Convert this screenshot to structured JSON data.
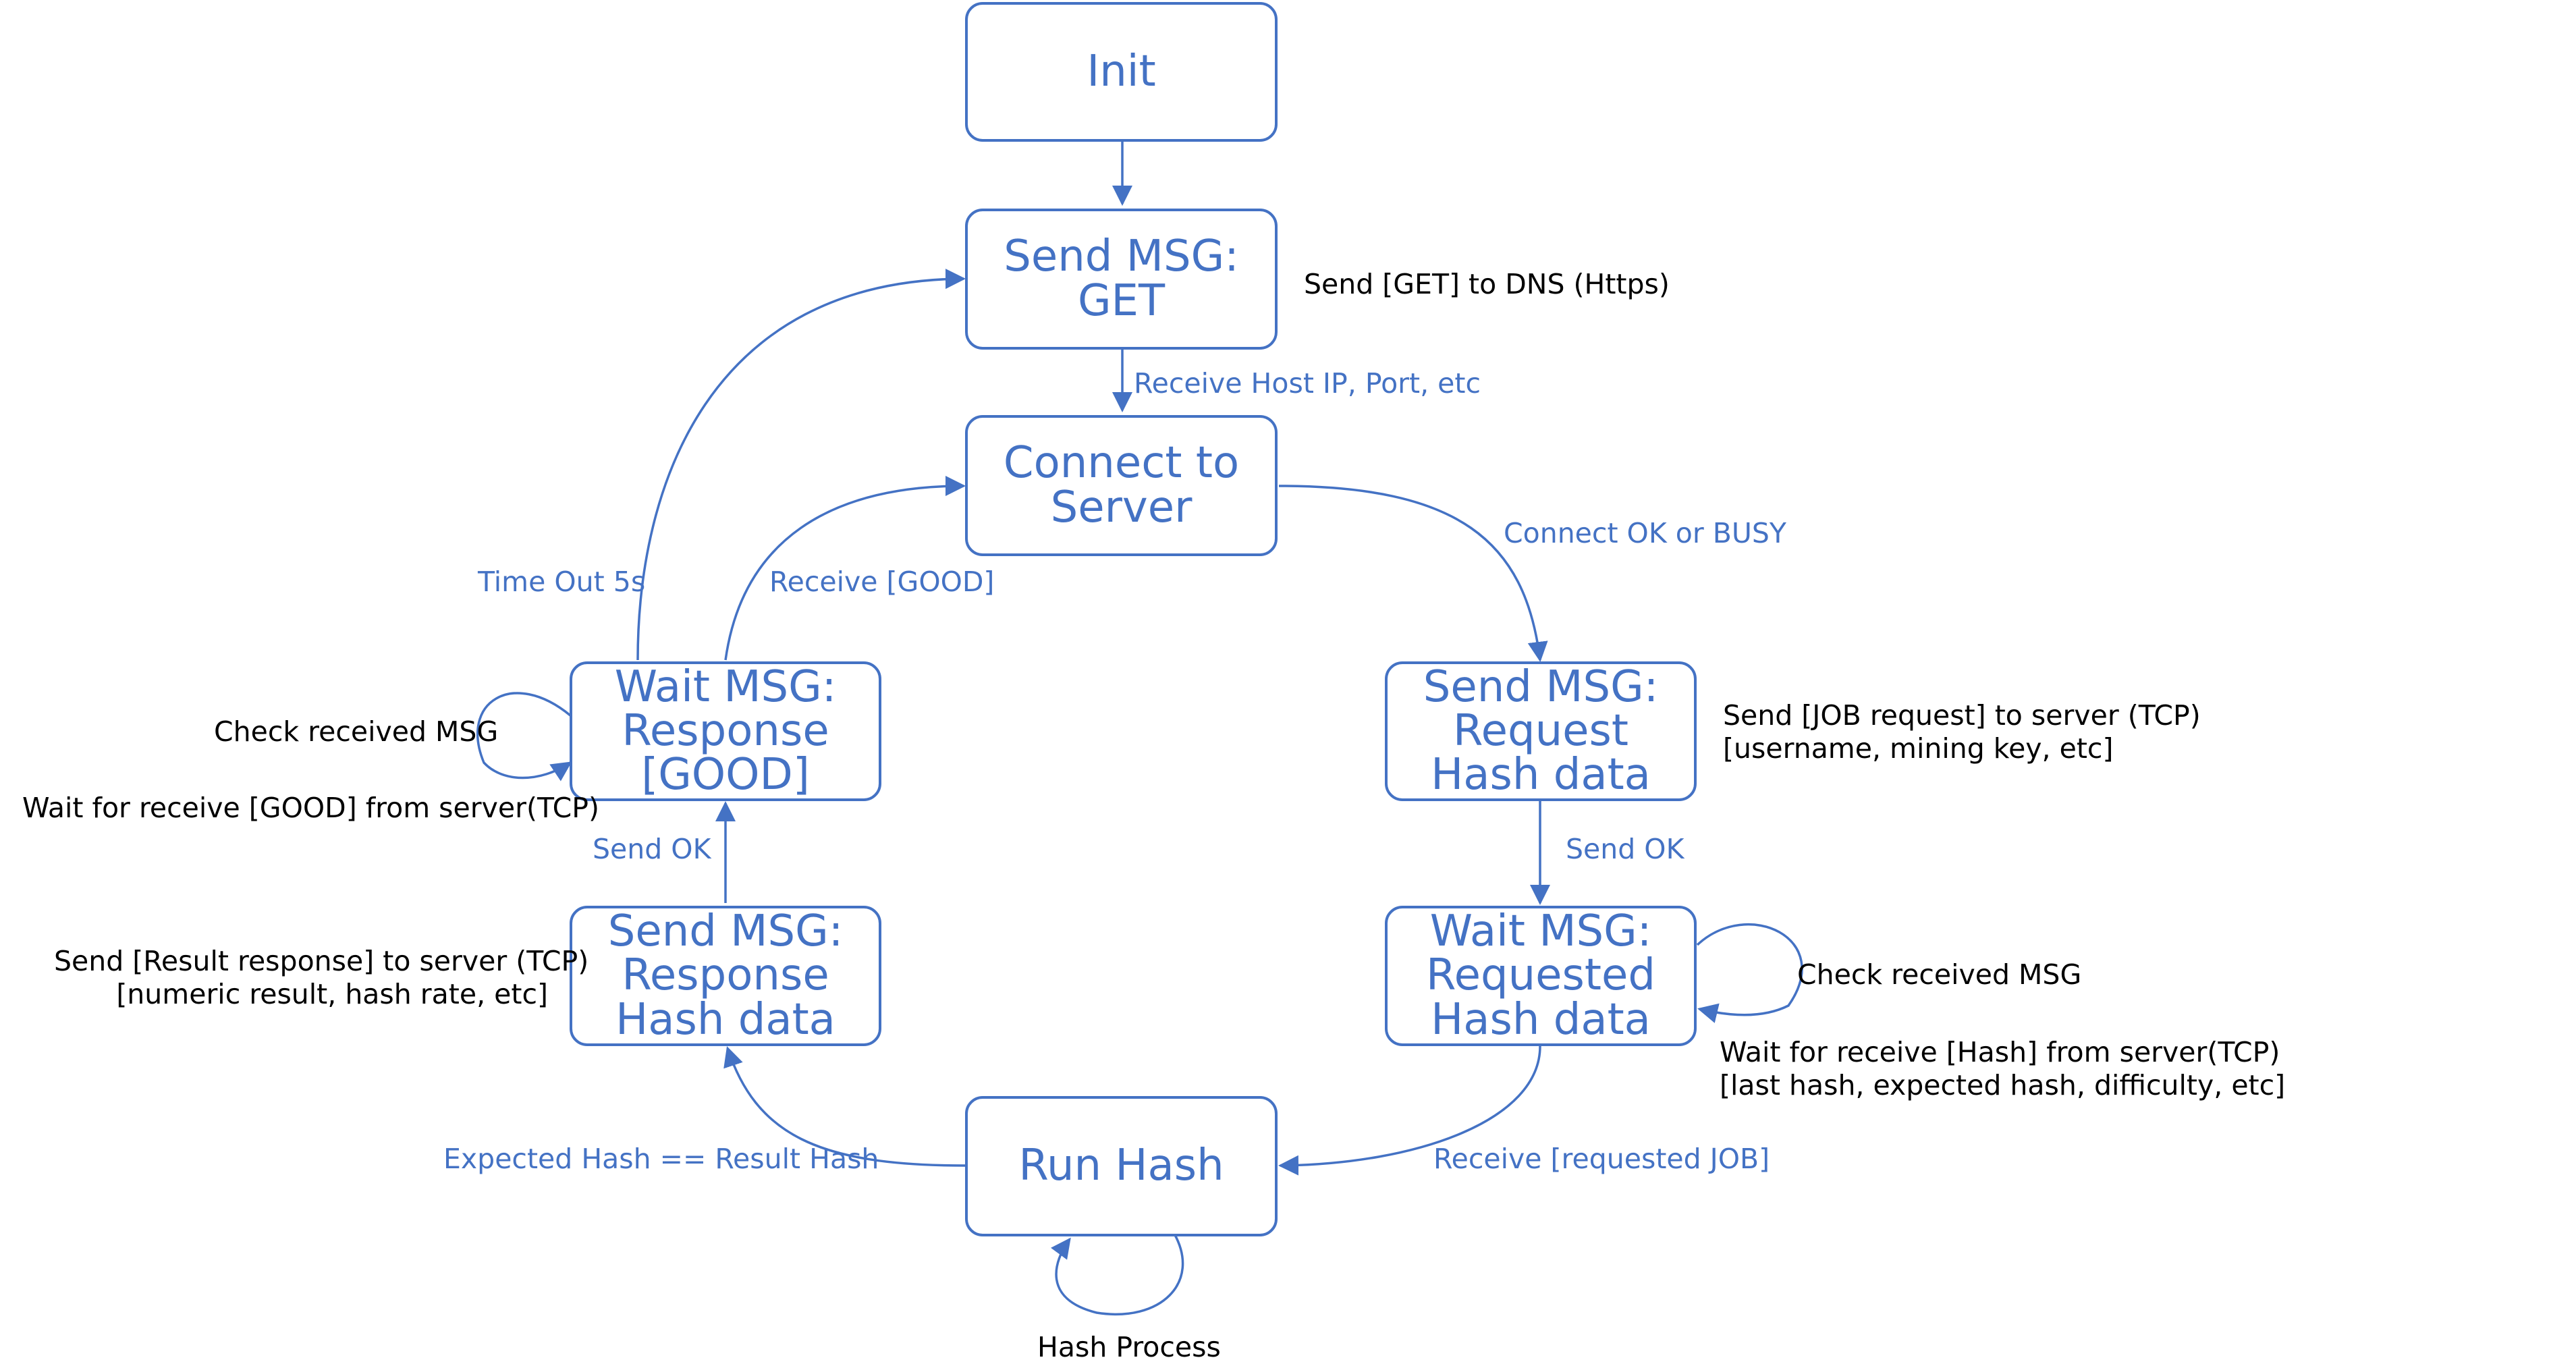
{
  "nodes": {
    "init": [
      "Init"
    ],
    "send_get": [
      "Send MSG:",
      "GET"
    ],
    "connect": [
      "Connect to",
      "Server"
    ],
    "send_request": [
      "Send MSG:",
      "Request",
      "Hash data"
    ],
    "wait_requested": [
      "Wait MSG:",
      "Requested",
      "Hash data"
    ],
    "run_hash": [
      "Run Hash"
    ],
    "send_response": [
      "Send MSG:",
      "Response",
      "Hash data"
    ],
    "wait_good": [
      "Wait MSG:",
      "Response",
      "[GOOD]"
    ]
  },
  "edge_labels": {
    "receive_host": "Receive Host IP, Port, etc",
    "connect_ok": "Connect OK or BUSY",
    "send_ok_right": "Send OK",
    "receive_job": "Receive [requested JOB]",
    "expected_hash": "Expected Hash == Result Hash",
    "send_ok_left": "Send OK",
    "receive_good": "Receive [GOOD]",
    "timeout": "Time Out 5s"
  },
  "notes": {
    "send_get": [
      "Send [GET] to DNS (Https)"
    ],
    "send_request": [
      "Send [JOB request] to server (TCP)",
      "[username, mining key, etc]"
    ],
    "check_right": [
      "Check received MSG"
    ],
    "wait_hash": [
      "Wait for receive [Hash] from server(TCP)",
      "[last hash, expected hash, difficulty, etc]"
    ],
    "hash_process": [
      "Hash Process"
    ],
    "send_result": [
      "Send [Result response] to server (TCP)",
      "[numeric result, hash rate, etc]"
    ],
    "check_left": [
      "Check received MSG"
    ],
    "wait_good": [
      "Wait for receive [GOOD] from server(TCP)"
    ]
  },
  "colors": {
    "accent": "#4472c4",
    "note_text": "#000000"
  }
}
